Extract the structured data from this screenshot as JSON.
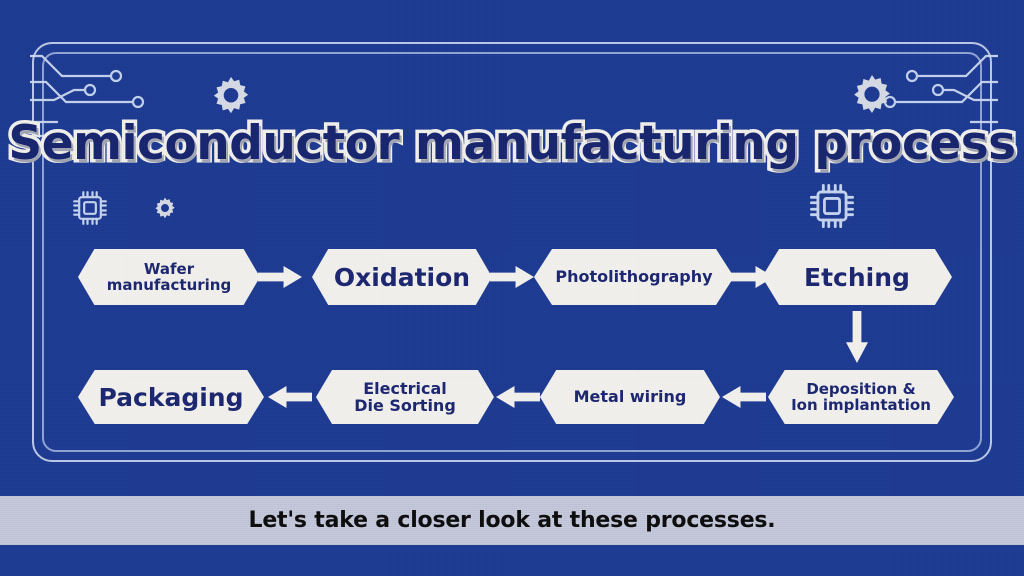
{
  "slide": {
    "title": "Semiconductor manufacturing process",
    "background_color": "#1b3a92",
    "accent_color": "#f3f1ed",
    "text_color": "#1a2570"
  },
  "decorations": {
    "icons": [
      {
        "name": "circuit-traces-top-left",
        "position": "top-left"
      },
      {
        "name": "circuit-traces-top-right",
        "position": "top-right"
      },
      {
        "name": "gear-icon",
        "position": "top-left-center"
      },
      {
        "name": "gear-icon",
        "position": "top-right-center"
      },
      {
        "name": "gear-icon-small",
        "position": "left-upper"
      },
      {
        "name": "cpu-chip-icon",
        "position": "left-upper"
      },
      {
        "name": "cpu-chip-icon",
        "position": "right-upper"
      }
    ]
  },
  "flow": {
    "row1": [
      {
        "id": "wafer",
        "label_line1": "Wafer",
        "label_line2": "manufacturing",
        "size": "sm"
      },
      {
        "id": "oxid",
        "label_line1": "Oxidation",
        "label_line2": "",
        "size": "lg"
      },
      {
        "id": "photo",
        "label_line1": "Photolithography",
        "label_line2": "",
        "size": "md"
      },
      {
        "id": "etch",
        "label_line1": "Etching",
        "label_line2": "",
        "size": "lg"
      }
    ],
    "row2": [
      {
        "id": "pack",
        "label_line1": "Packaging",
        "label_line2": "",
        "size": "lg"
      },
      {
        "id": "eds",
        "label_line1": "Electrical",
        "label_line2": "Die Sorting",
        "size": "md"
      },
      {
        "id": "metal",
        "label_line1": "Metal wiring",
        "label_line2": "",
        "size": "md"
      },
      {
        "id": "depo",
        "label_line1": "Deposition &",
        "label_line2": "Ion implantation",
        "size": "sm"
      }
    ],
    "arrows": [
      {
        "name": "arrow-right-wafer-to-oxidation",
        "direction": "right"
      },
      {
        "name": "arrow-right-oxidation-to-photo",
        "direction": "right"
      },
      {
        "name": "arrow-right-photo-to-etching",
        "direction": "right"
      },
      {
        "name": "arrow-down-etching-to-deposition",
        "direction": "down"
      },
      {
        "name": "arrow-left-deposition-to-metal",
        "direction": "left"
      },
      {
        "name": "arrow-left-metal-to-eds",
        "direction": "left"
      },
      {
        "name": "arrow-left-eds-to-packaging",
        "direction": "left"
      }
    ]
  },
  "caption": {
    "text": "Let's take a closer look at these processes.",
    "bar_color": "#c5cade",
    "text_color": "#0b0b0b"
  }
}
